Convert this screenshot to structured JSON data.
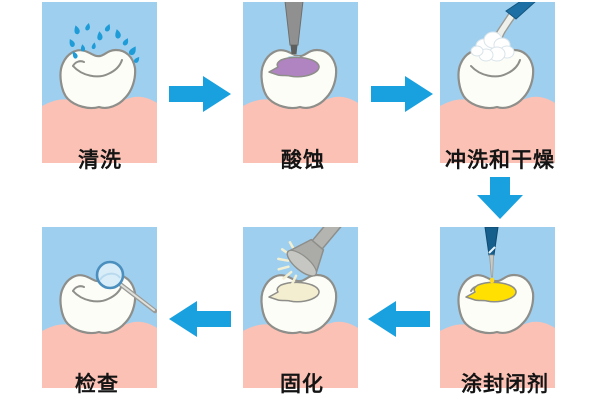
{
  "diagram": {
    "subject": "dental-pit-and-fissure-sealant-procedure",
    "steps": [
      {
        "id": "clean",
        "label": "清洗",
        "illustration": "tooth-with-water-droplets"
      },
      {
        "id": "etch",
        "label": "酸蚀",
        "illustration": "tooth-with-etchant-applicator"
      },
      {
        "id": "rinse",
        "label": "冲洗和干燥",
        "illustration": "tooth-with-air-water-syringe-foam"
      },
      {
        "id": "sealant",
        "label": "涂封闭剂",
        "illustration": "tooth-with-sealant-needle"
      },
      {
        "id": "cure",
        "label": "固化",
        "illustration": "tooth-with-curing-light"
      },
      {
        "id": "inspect",
        "label": "检查",
        "illustration": "tooth-with-mouth-mirror"
      }
    ],
    "arrows": [
      {
        "id": "arrow-clean-to-etch",
        "direction": "right"
      },
      {
        "id": "arrow-etch-to-rinse",
        "direction": "right"
      },
      {
        "id": "arrow-rinse-to-sealant",
        "direction": "down"
      },
      {
        "id": "arrow-sealant-to-cure",
        "direction": "left"
      },
      {
        "id": "arrow-cure-to-inspect",
        "direction": "left"
      }
    ]
  },
  "colors": {
    "arrow": "#18a0df",
    "panel_bg": "#9fcfef",
    "gum": "#fbc1b5",
    "tooth": "#fdfdf8",
    "water": "#1e9cd8",
    "etchant": "#b083c1",
    "sealant": "#ffe000",
    "cured_sealant": "#f3eecf",
    "foam": "#ffffff",
    "instrument_gray": "#909090",
    "instrument_blue": "#1e6fa3",
    "needle_blue": "#165e8c",
    "light_rays": "#f3efd2",
    "mirror_rim": "#4a8fbe",
    "mirror_glass": "#d9edf9",
    "label_text": "#141414"
  }
}
